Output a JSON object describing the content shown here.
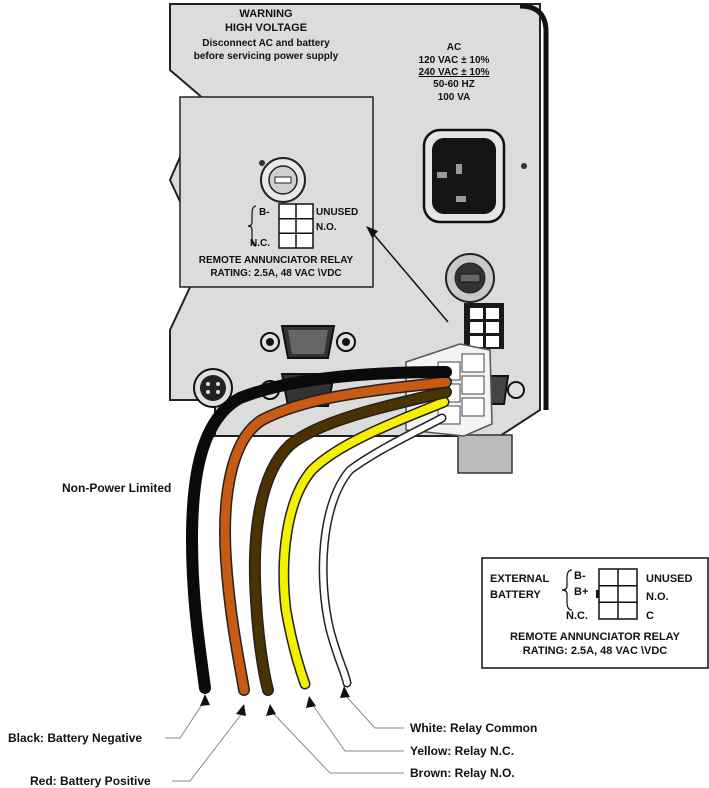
{
  "warning": {
    "line1": "WARNING",
    "line2": "HIGH VOLTAGE",
    "line3": "Disconnect AC and battery",
    "line4": "before servicing power supply"
  },
  "ac_rating": {
    "line1": "AC",
    "line2": "120 VAC ± 10%",
    "line3": "240 VAC ± 10%",
    "line4": "50-60 HZ",
    "line5": "100 VA"
  },
  "unit_panel": {
    "pin_b_minus": "B-",
    "pin_nc": "N.C.",
    "pin_unused": "UNUSED",
    "pin_no": "N.O.",
    "relay_title": "REMOTE ANNUNCIATOR RELAY",
    "relay_rating": "RATING: 2.5A, 48 VAC \\VDC"
  },
  "external_panel": {
    "external": "EXTERNAL",
    "battery": "BATTERY",
    "pin_b_minus": "B-",
    "pin_b_plus": "B+",
    "pin_nc": "N.C.",
    "pin_unused": "UNUSED",
    "pin_no": "N.O.",
    "pin_c": "C",
    "relay_title": "REMOTE ANNUNCIATOR RELAY",
    "relay_rating": "RATING: 2.5A, 48 VAC \\VDC"
  },
  "non_power_limited": "Non-Power Limited",
  "wire_labels": {
    "black": "Black: Battery Negative",
    "red": "Red: Battery Positive",
    "white": "White: Relay Common",
    "yellow": "Yellow: Relay N.C.",
    "brown": "Brown: Relay N.O."
  },
  "colors": {
    "chassis": "#dcdcdc",
    "black_wire": "#0a0a0a",
    "red_wire": "#c85a14",
    "brown_wire": "#4a3300",
    "yellow_wire": "#f5f000",
    "white_wire": "#ffffff"
  }
}
